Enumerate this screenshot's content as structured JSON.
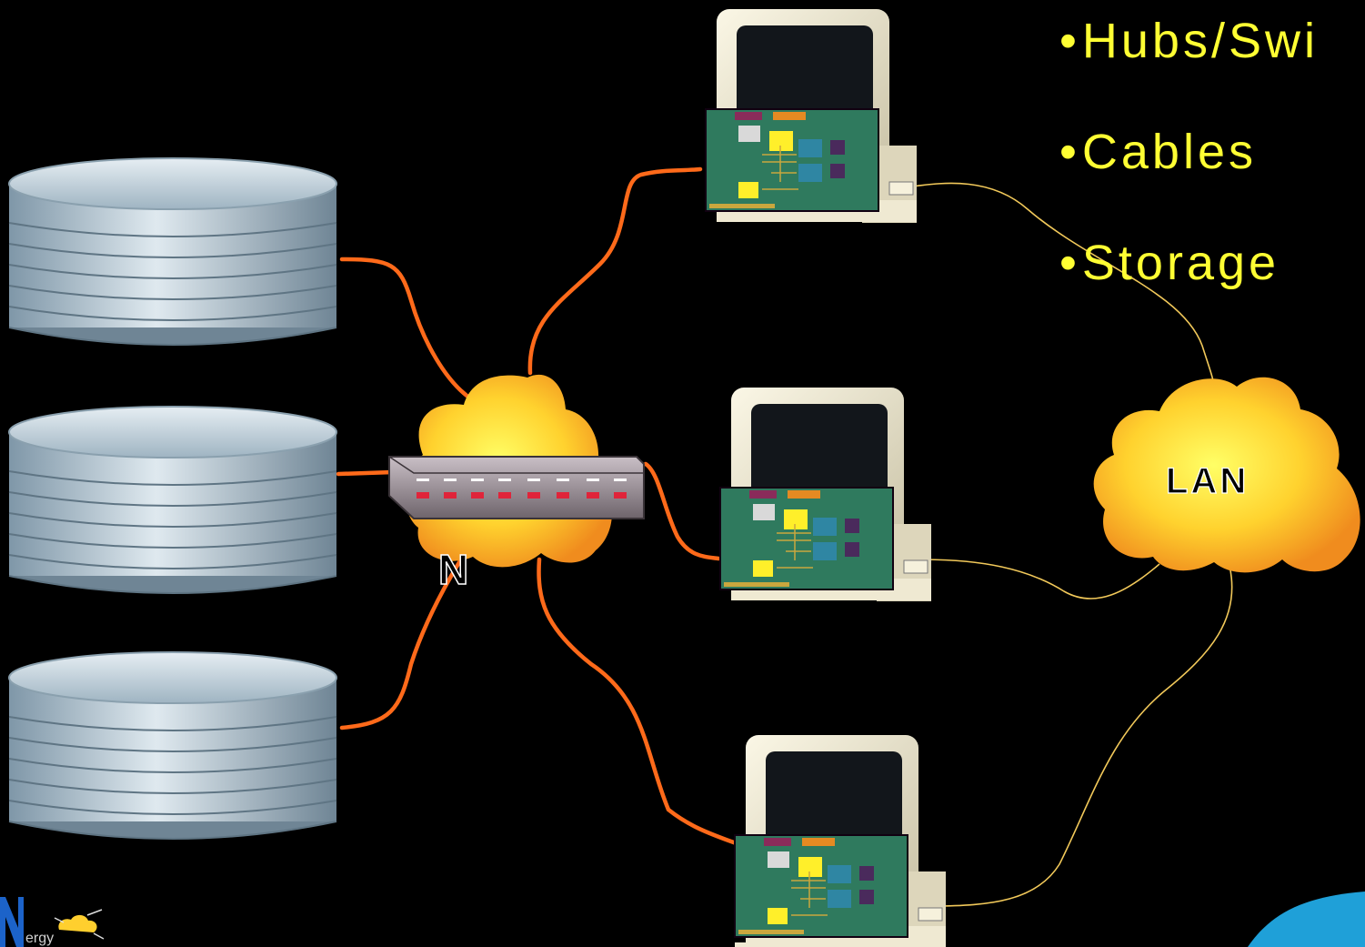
{
  "slide": {
    "background": "#000000",
    "bullets": [
      {
        "marker": "•",
        "text": "Hubs/Swi"
      },
      {
        "marker": "•",
        "text": "Cables"
      },
      {
        "marker": "•",
        "text": "Storage"
      }
    ],
    "bullet_color": "#ffff33"
  },
  "san_cloud": {
    "label": "N"
  },
  "lan_cloud": {
    "label": "LAN"
  },
  "logo": {
    "text": "ergy",
    "initial": "N"
  },
  "colors": {
    "fibre_cable": "#ff6a1a",
    "lan_cable": "#f2c95a",
    "cloud_core": "#ffee44",
    "cloud_edge": "#f7a52a",
    "disk": "#a9c0cf",
    "switch": "#9a8e96",
    "pcb": "#2f7a5e",
    "monitor": "#ece6cf"
  }
}
